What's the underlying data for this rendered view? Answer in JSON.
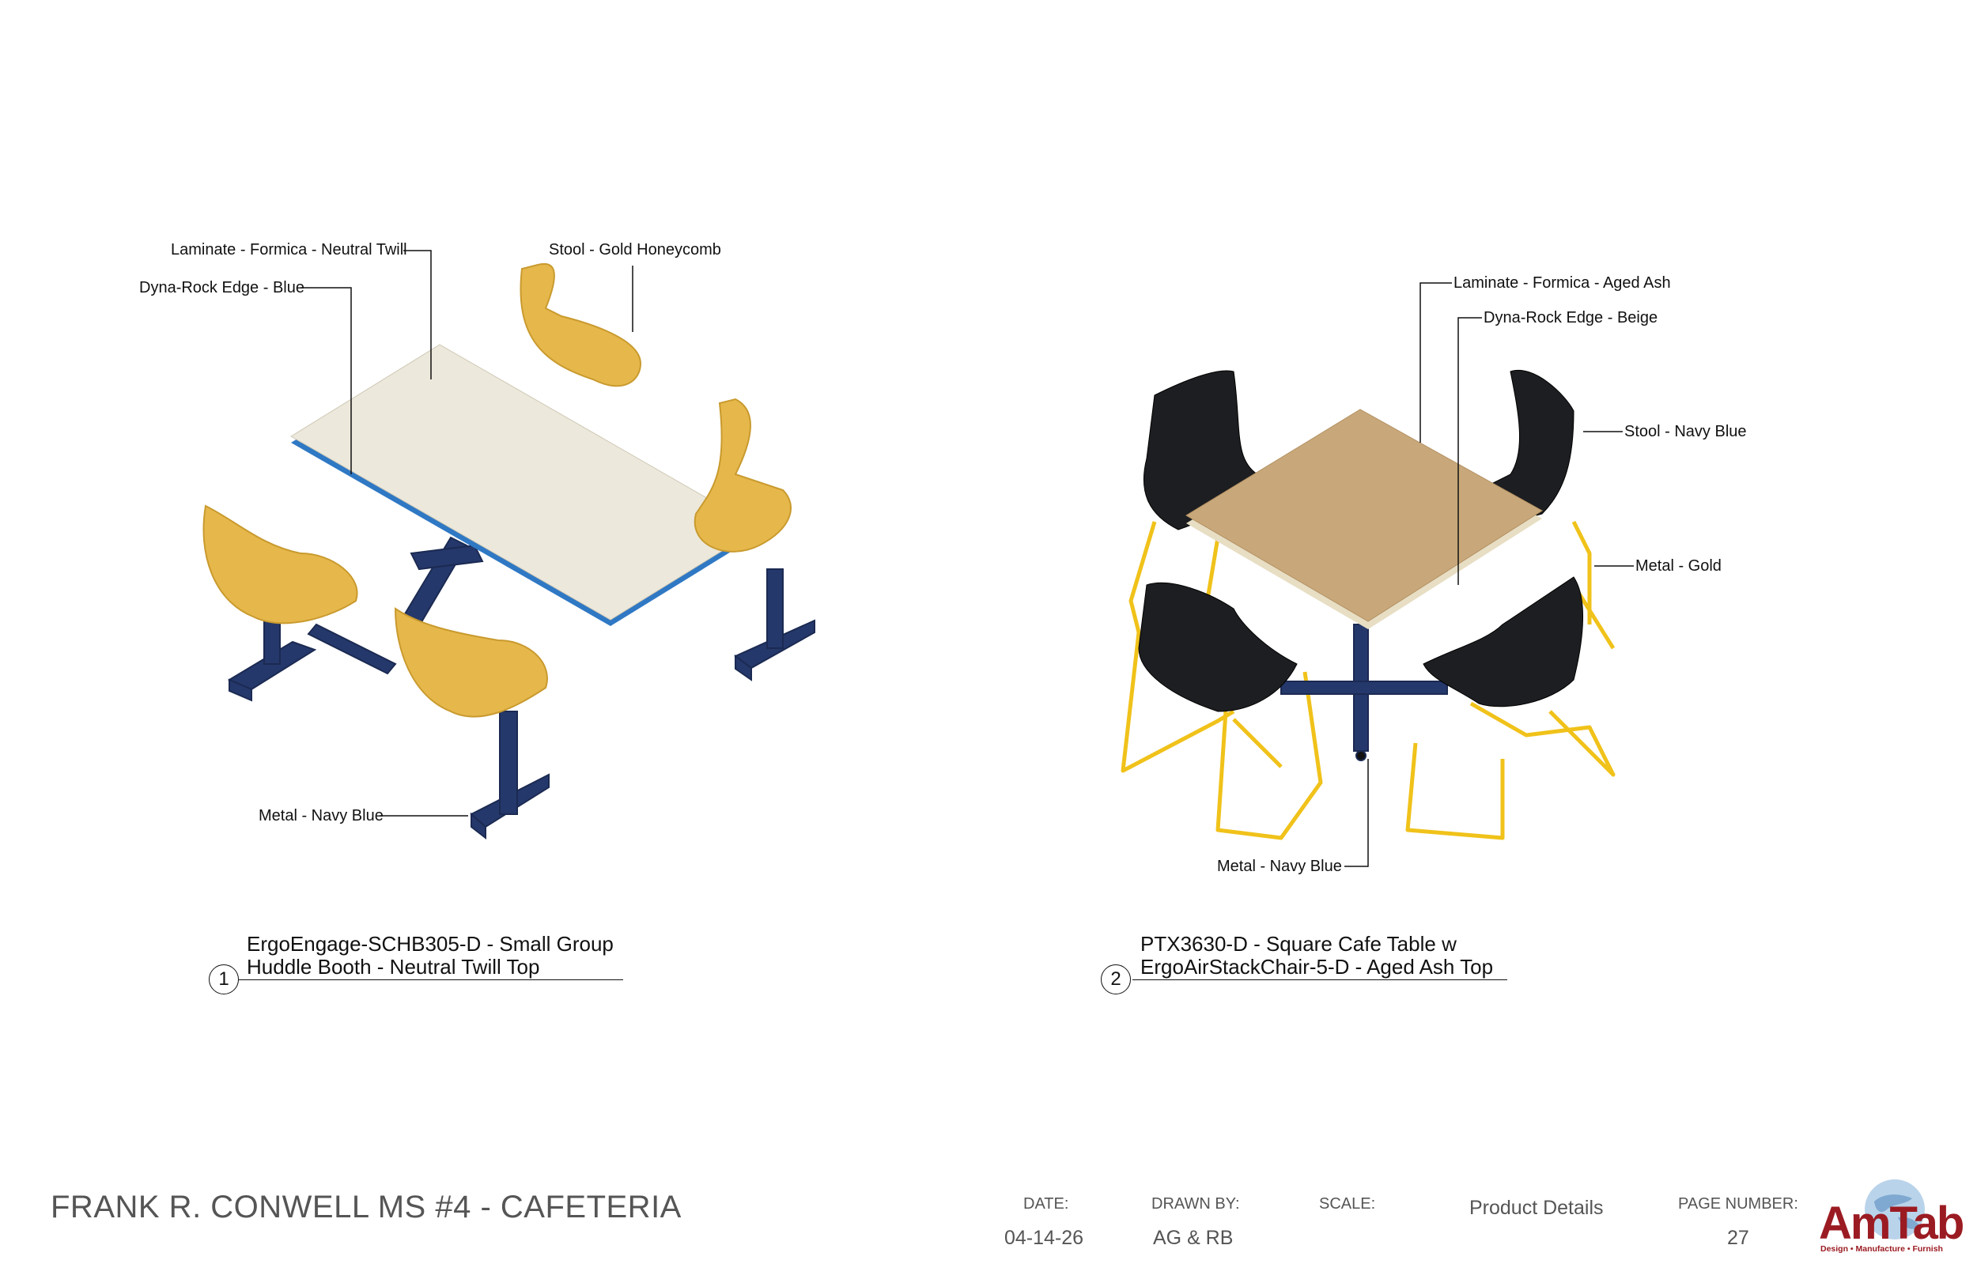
{
  "details": [
    {
      "number": "1",
      "caption_line1": "ErgoEngage-SCHB305-D - Small Group",
      "caption_line2": "Huddle Booth - Neutral Twill Top",
      "callouts": {
        "laminate": "Laminate - Formica - Neutral Twill",
        "edge": "Dyna-Rock Edge - Blue",
        "stool": "Stool - Gold Honeycomb",
        "metal": "Metal - Navy Blue"
      }
    },
    {
      "number": "2",
      "caption_line1": "PTX3630-D - Square Cafe Table w",
      "caption_line2": "ErgoAirStackChair-5-D - Aged Ash Top",
      "callouts": {
        "laminate": "Laminate - Formica - Aged Ash",
        "edge": "Dyna-Rock Edge - Beige",
        "stool": "Stool - Navy Blue",
        "metal_gold": "Metal - Gold",
        "metal": "Metal - Navy Blue"
      }
    }
  ],
  "title_block": {
    "project": "FRANK R. CONWELL MS #4 - CAFETERIA",
    "date_label": "DATE:",
    "date_value": "04-14-26",
    "drawn_by_label": "DRAWN BY:",
    "drawn_by_value": "AG & RB",
    "scale_label": "SCALE:",
    "sheet_name": "Product Details",
    "page_number_label": "PAGE NUMBER:",
    "page_number_value": "27"
  },
  "logo": {
    "name": "AmTab",
    "tagline": "Design • Manufacture • Furnish"
  },
  "colors": {
    "navy": "#25386b",
    "gold_seat": "#e6b84c",
    "gold_wire": "#f0c21a",
    "blue_edge": "#2f78c4",
    "twill": "#ece8db",
    "aged_ash": "#c8a87a",
    "beige_edge": "#e7dec4",
    "black_chair": "#1d1e21",
    "logo_red": "#9b1b22"
  }
}
